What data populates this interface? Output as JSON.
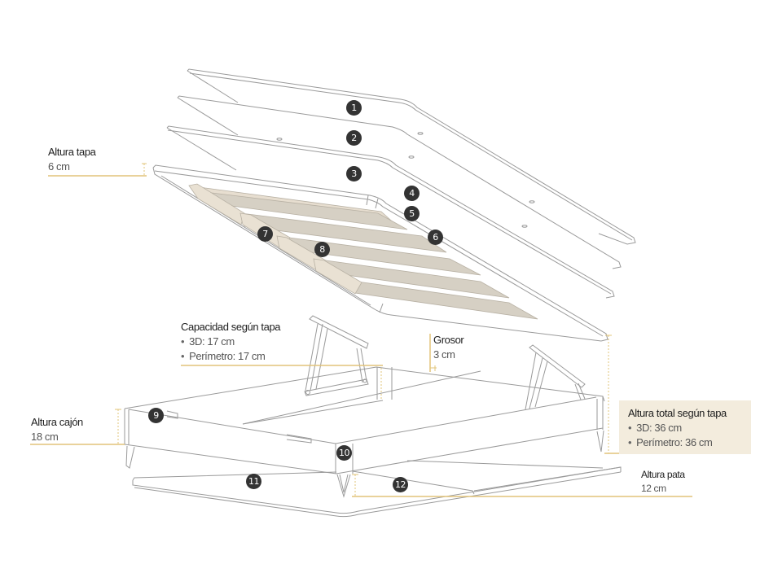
{
  "colors": {
    "accent_line": "#e2c47a",
    "highlight_box": "#f3ecdd",
    "marker_fill": "#333333",
    "slat_fill": "#d6d0c4",
    "outline": "#9a9a9a"
  },
  "labels": {
    "altura_tapa": {
      "title": "Altura tapa",
      "value": "6 cm"
    },
    "capacidad": {
      "title": "Capacidad según tapa",
      "items": [
        "3D: 17 cm",
        "Perímetro: 17 cm"
      ]
    },
    "grosor": {
      "title": "Grosor",
      "value": "3 cm"
    },
    "altura_total": {
      "title": "Altura total según tapa",
      "items": [
        "3D: 36 cm",
        "Perímetro: 36 cm"
      ]
    },
    "altura_cajon": {
      "title": "Altura cajón",
      "value": "18 cm"
    },
    "altura_pata": {
      "title": "Altura pata",
      "value": "12 cm"
    }
  },
  "markers": [
    "1",
    "2",
    "3",
    "4",
    "5",
    "6",
    "7",
    "8",
    "9",
    "10",
    "11",
    "12"
  ]
}
